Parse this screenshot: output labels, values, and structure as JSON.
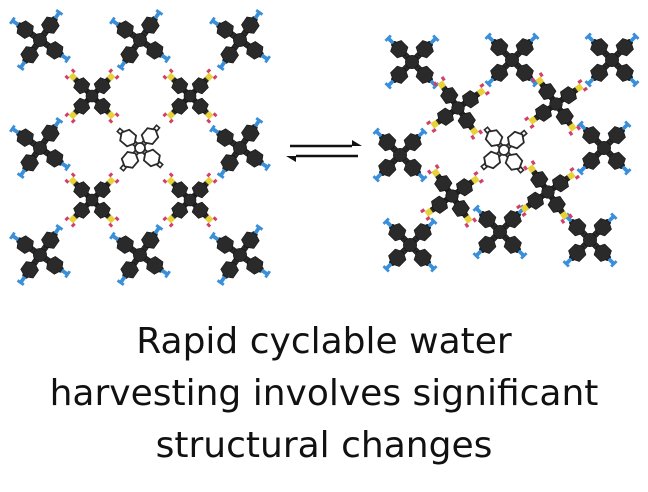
{
  "caption": {
    "lines": [
      "Rapid cyclable water",
      "harvesting involves significant",
      "structural changes"
    ]
  },
  "diagram": {
    "arrow": "reversible-equilibrium",
    "left_panel": "packed-structure",
    "right_panel": "expanded-structure"
  },
  "colors": {
    "carbon": "#2a2a2a",
    "nitrogen": "#3a8fd8",
    "sulfur": "#e8d23a",
    "oxygen": "#d0406a",
    "arrow": "#111111"
  }
}
